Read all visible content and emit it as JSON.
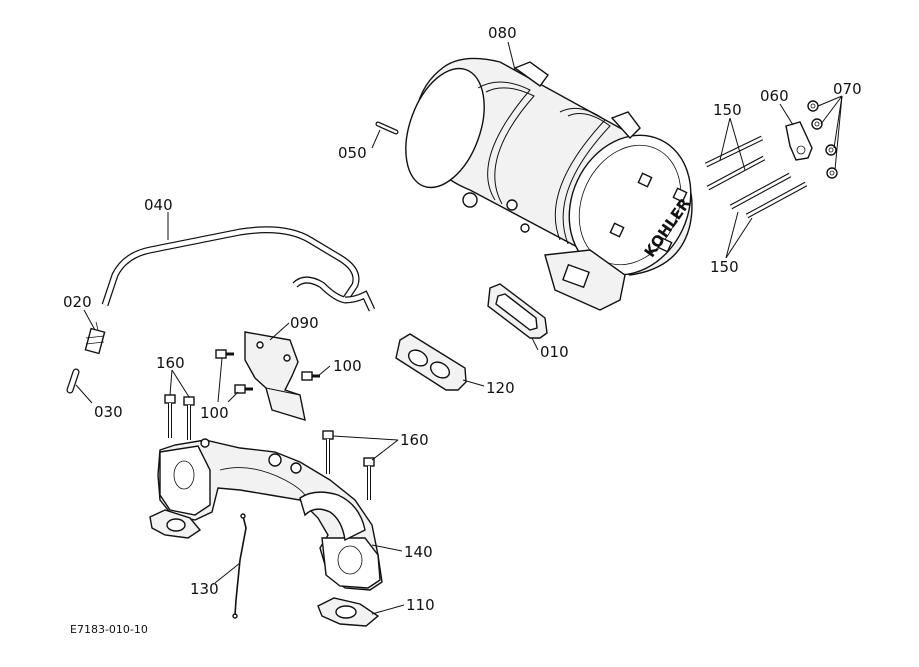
{
  "labels": {
    "p010": "010",
    "p020": "020",
    "p030": "030",
    "p040": "040",
    "p050": "050",
    "p060": "060",
    "p070": "070",
    "p080": "080",
    "p090": "090",
    "p100a": "100",
    "p100b": "100",
    "p110": "110",
    "p120": "120",
    "p130": "130",
    "p140": "140",
    "p150a": "150",
    "p150b": "150",
    "p160a": "160",
    "p160b": "160"
  },
  "brand": "KOHLER",
  "diagram_code": "E7183-010-10"
}
